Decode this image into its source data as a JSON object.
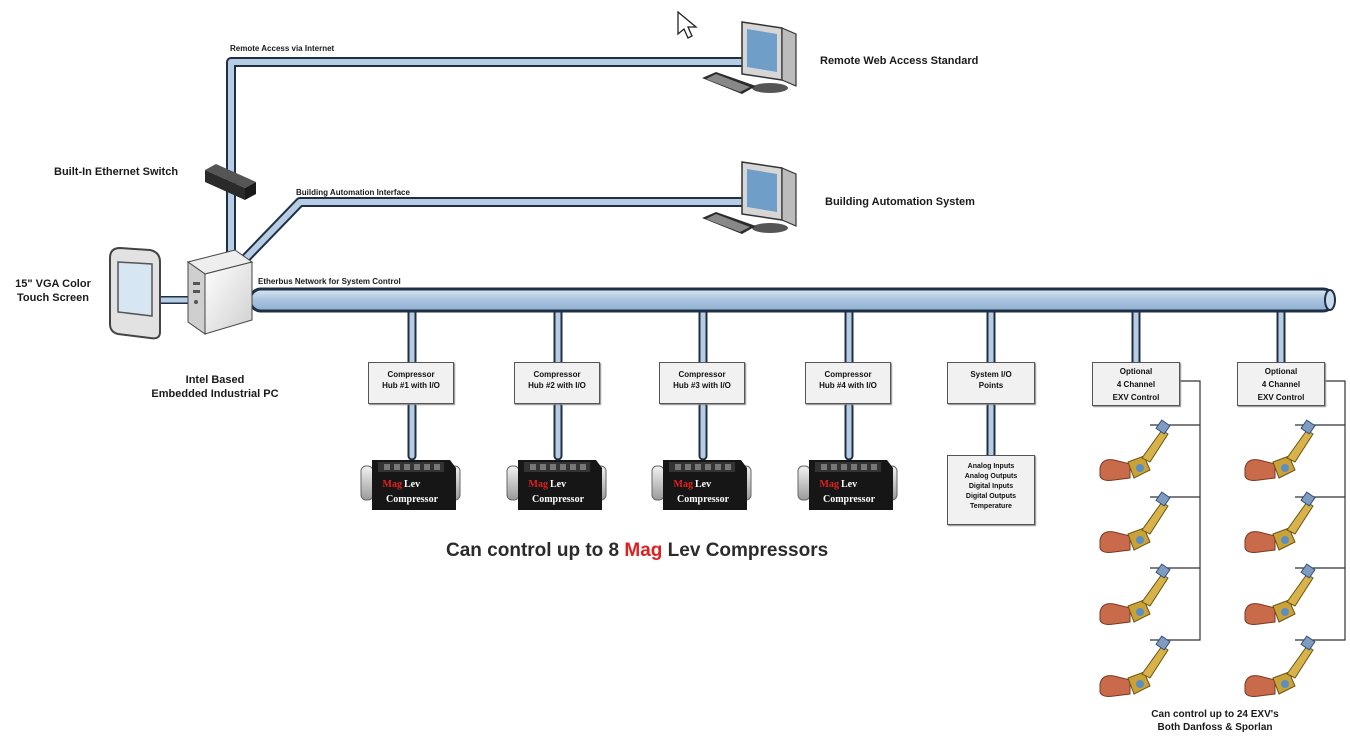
{
  "labels": {
    "remote_access": "Remote Access via Internet",
    "remote_web": "Remote Web Access Standard",
    "eth_switch": "Built-In Ethernet Switch",
    "bai": "Building Automation Interface",
    "bas": "Building Automation System",
    "touch_1": "15\" VGA Color",
    "touch_2": "Touch Screen",
    "pc_1": "Intel Based",
    "pc_2": "Embedded Industrial PC",
    "etherbus": "Etherbus Network for System Control"
  },
  "hubs": [
    {
      "l1": "Compressor",
      "l2": "Hub #1 with I/O"
    },
    {
      "l1": "Compressor",
      "l2": "Hub #2 with I/O"
    },
    {
      "l1": "Compressor",
      "l2": "Hub #3 with I/O"
    },
    {
      "l1": "Compressor",
      "l2": "Hub #4 with I/O"
    }
  ],
  "compressor_label": {
    "mag": "Mag",
    "lev": "Lev",
    "word": "Compressor"
  },
  "sysio": {
    "l1": "System I/O",
    "l2": "Points"
  },
  "io_points": [
    "Analog Inputs",
    "Analog Outputs",
    "Digital Inputs",
    "Digital Outputs",
    "Temperature"
  ],
  "exv": [
    {
      "l1": "Optional",
      "l2": "4 Channel",
      "l3": "EXV Control"
    },
    {
      "l1": "Optional",
      "l2": "4 Channel",
      "l3": "EXV Control"
    }
  ],
  "title": {
    "pre": "Can control up to 8 ",
    "hl": "Mag",
    "post": " Lev Compressors"
  },
  "exv_note": {
    "l1": "Can control up to 24 EXV's",
    "l2": "Both Danfoss & Sporlan"
  },
  "colors": {
    "pipe": "#b7cde3",
    "pipe_edge": "#1f2f45",
    "highlight": "#e02020"
  }
}
